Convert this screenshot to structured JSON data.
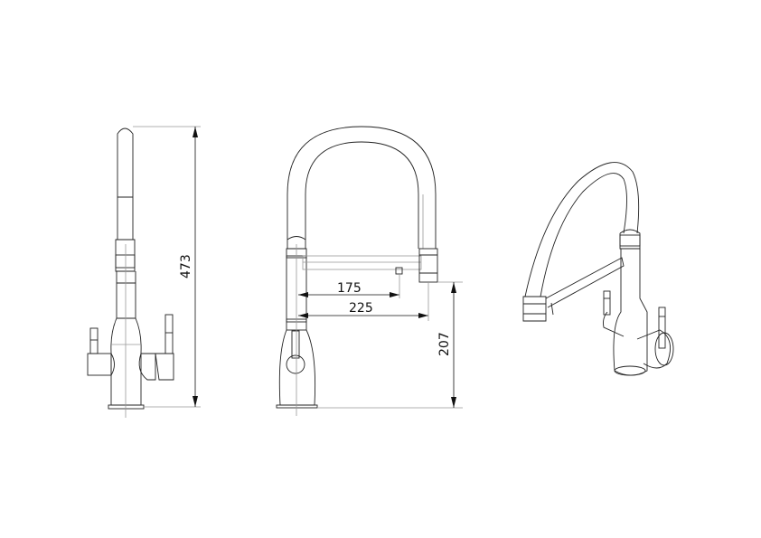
{
  "dimensions": {
    "total_height": "473",
    "spout_reach_short": "175",
    "spout_reach_long": "225",
    "spout_height": "207"
  },
  "views": [
    "side-view",
    "front-view",
    "perspective-view"
  ]
}
